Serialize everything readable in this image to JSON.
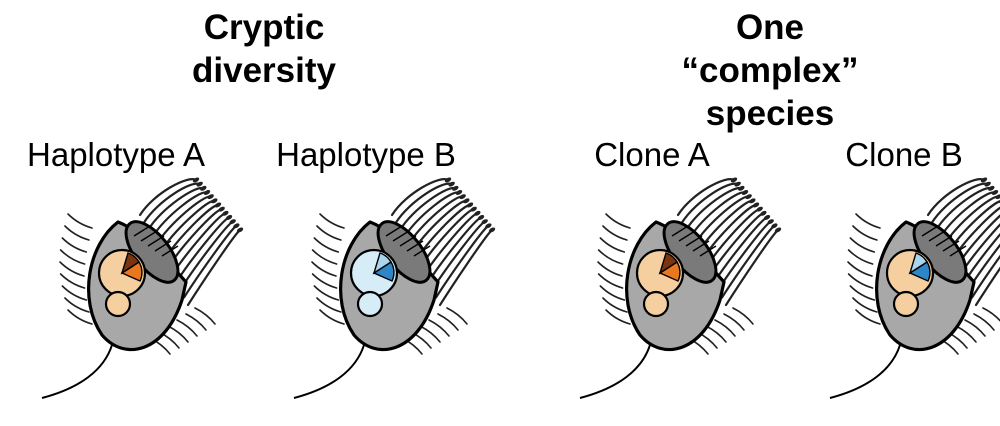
{
  "headings": {
    "left": {
      "line1": "Cryptic",
      "line2": "diversity"
    },
    "right": {
      "line1": "One",
      "line2": "“complex” species"
    }
  },
  "organisms": [
    {
      "label": "Haplotype A",
      "nucleus_color": "#f5cfa0",
      "wedge_colors": [
        "#e8771f",
        "#7a3510"
      ]
    },
    {
      "label": "Haplotype B",
      "nucleus_color": "#d6ecf7",
      "wedge_colors": [
        "#2f86c7",
        "#a9d5ee"
      ]
    },
    {
      "label": "Clone A",
      "nucleus_color": "#f5cfa0",
      "wedge_colors": [
        "#e8771f",
        "#7a3510"
      ]
    },
    {
      "label": "Clone B",
      "nucleus_color": "#f5cfa0",
      "wedge_colors": [
        "#2f86c7",
        "#a9d5ee"
      ]
    }
  ],
  "colors": {
    "body": "#a8a8a8",
    "body_dark": "#7a7a7a",
    "outline": "#000000",
    "cilia": "#222222"
  }
}
